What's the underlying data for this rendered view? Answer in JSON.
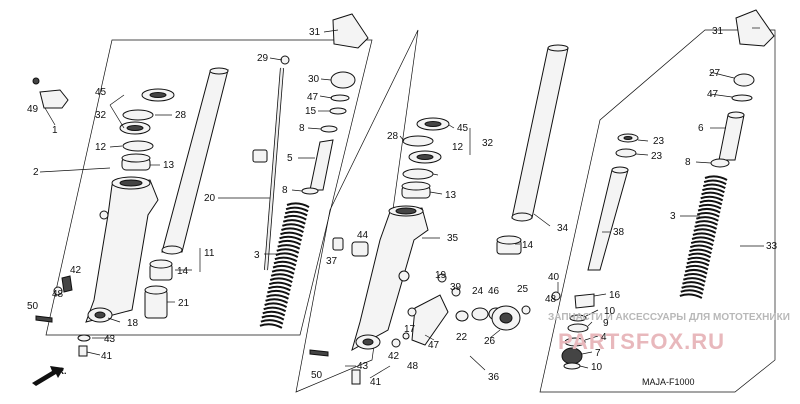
{
  "diagram": {
    "code": "MAJA-F1000",
    "direction_label": "FR.",
    "watermark_text": "ЗАПЧАСТИ И АКСЕССУАРЫ ДЛЯ МОТОТЕХНИКИ",
    "watermark_brand": "PARTSFOX.RU",
    "callouts": [
      "1",
      "2",
      "3",
      "4",
      "5",
      "6",
      "7",
      "8",
      "9",
      "10",
      "11",
      "12",
      "13",
      "14",
      "15",
      "16",
      "17",
      "18",
      "19",
      "20",
      "21",
      "22",
      "23",
      "24",
      "25",
      "26",
      "27",
      "28",
      "29",
      "30",
      "31",
      "32",
      "33",
      "34",
      "35",
      "36",
      "37",
      "38",
      "39",
      "40",
      "41",
      "42",
      "43",
      "44",
      "45",
      "46",
      "47",
      "48",
      "49",
      "50"
    ]
  }
}
